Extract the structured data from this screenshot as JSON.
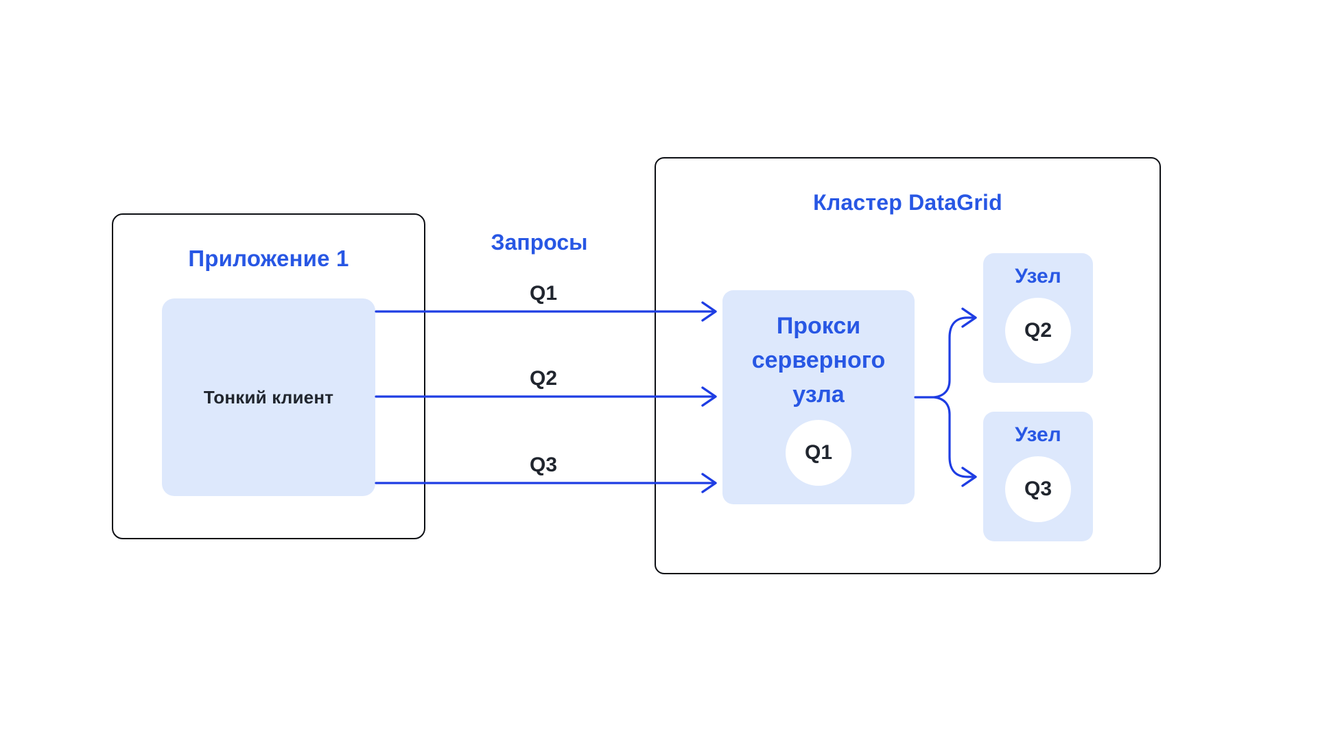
{
  "colors": {
    "accent_text": "#2857E4",
    "arrow": "#1E3DE3",
    "light_fill": "#DDE8FC",
    "dark_text": "#20252E",
    "box_border": "#0D0F14",
    "background": "#FFFFFF"
  },
  "app": {
    "title": "Приложение 1",
    "client_label": "Тонкий клиент"
  },
  "requests": {
    "label": "Запросы",
    "items": [
      {
        "id": "Q1"
      },
      {
        "id": "Q2"
      },
      {
        "id": "Q3"
      }
    ]
  },
  "cluster": {
    "title": "Кластер DataGrid",
    "proxy": {
      "title_lines": [
        "Прокси",
        "серверного",
        "узла"
      ],
      "badge": "Q1"
    },
    "nodes": [
      {
        "label": "Узел",
        "badge": "Q2"
      },
      {
        "label": "Узел",
        "badge": "Q3"
      }
    ]
  }
}
